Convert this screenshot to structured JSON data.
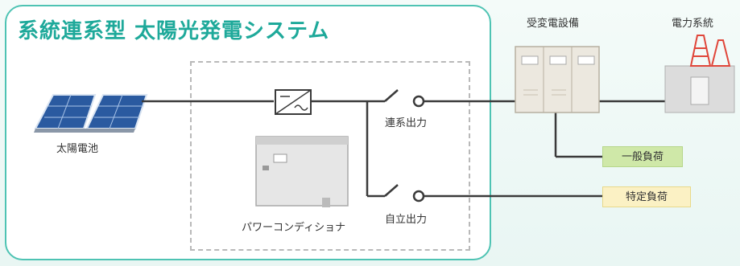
{
  "title": "系統連系型 太陽光発電システム",
  "labels": {
    "solar": "太陽電池",
    "pcs": "パワーコンディショナ",
    "grid_output": "連系出力",
    "standalone_output": "自立出力",
    "substation": "受変電設備",
    "utility_grid": "電力系統",
    "general_load": "一般負荷",
    "specific_load": "特定負荷"
  },
  "colors": {
    "accent": "#1ea99a",
    "border": "#4ec3b3",
    "wire": "#3a3a3a",
    "general_load": "#cfe8a8",
    "specific_load": "#fbf1c4",
    "pylon": "#e0463a"
  }
}
